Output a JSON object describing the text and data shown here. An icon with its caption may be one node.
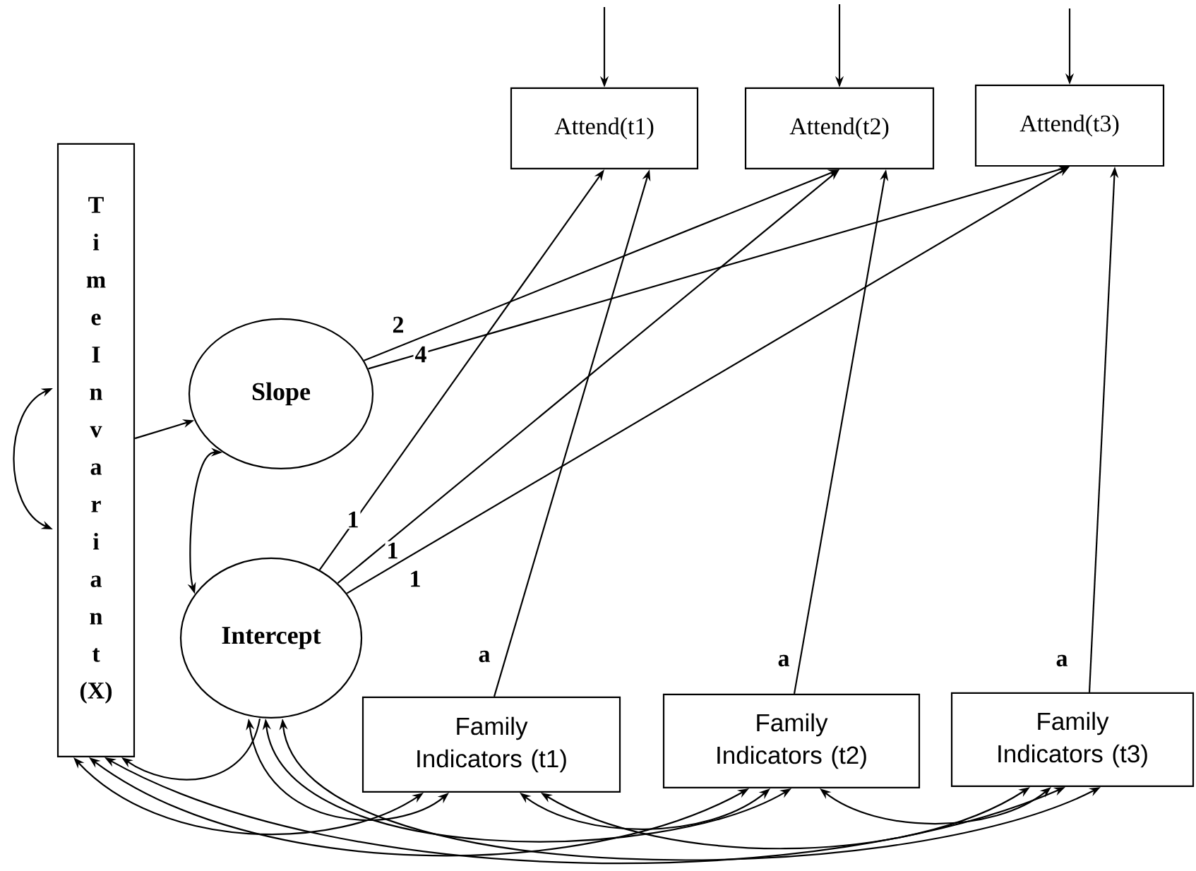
{
  "diagram": {
    "nodes": [
      {
        "text": [
          "Time Invariant (X)"
        ]
      },
      {
        "text": [
          "Slope"
        ]
      },
      {
        "text": [
          "Intercept"
        ]
      },
      {
        "text": [
          "Attend(t1)"
        ]
      },
      {
        "text": [
          "Attend(t2)"
        ]
      },
      {
        "text": [
          "Attend(t3)"
        ]
      },
      {
        "text": [
          "Family Indicators (t1)"
        ]
      },
      {
        "text": [
          "Family Indicators (t2)"
        ]
      },
      {
        "text": [
          "Family Indicators (t3)"
        ]
      }
    ],
    "edges": [
      {
        "from": 0,
        "to": 0,
        "arrow": "both"
      },
      {
        "from": 0,
        "to": 1,
        "arrow": "to"
      },
      {
        "from": 1,
        "to": 2,
        "arrow": "both"
      },
      {
        "from": 1,
        "to": 4,
        "arrow": "to",
        "label": "2"
      },
      {
        "from": 1,
        "to": 5,
        "arrow": "to",
        "label": "4"
      },
      {
        "from": 2,
        "to": 3,
        "arrow": "to",
        "label": "1"
      },
      {
        "from": 2,
        "to": 4,
        "arrow": "to",
        "label": "1"
      },
      {
        "from": 2,
        "to": 5,
        "arrow": "to",
        "label": "1"
      },
      {
        "from": 6,
        "to": 3,
        "arrow": "to",
        "label": "a"
      },
      {
        "from": 7,
        "to": 4,
        "arrow": "to",
        "label": "a"
      },
      {
        "from": 8,
        "to": 5,
        "arrow": "to",
        "label": "a"
      },
      {
        "from": null,
        "to": 3,
        "arrow": "to"
      },
      {
        "from": null,
        "to": 4,
        "arrow": "to"
      },
      {
        "from": null,
        "to": 5,
        "arrow": "to"
      },
      {
        "from": 2,
        "to": 0,
        "arrow": "to"
      },
      {
        "from": 0,
        "to": 6,
        "arrow": "both"
      },
      {
        "from": 0,
        "to": 7,
        "arrow": "both"
      },
      {
        "from": 0,
        "to": 8,
        "arrow": "both"
      },
      {
        "from": 2,
        "to": 6,
        "arrow": "both"
      },
      {
        "from": 2,
        "to": 7,
        "arrow": "both"
      },
      {
        "from": 2,
        "to": 8,
        "arrow": "both"
      },
      {
        "from": 6,
        "to": 7,
        "arrow": "both"
      },
      {
        "from": 6,
        "to": 8,
        "arrow": "both"
      },
      {
        "from": 7,
        "to": 8,
        "arrow": "both"
      }
    ]
  }
}
